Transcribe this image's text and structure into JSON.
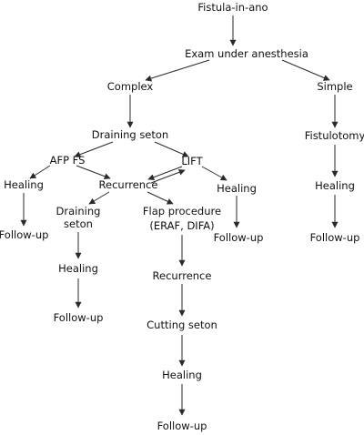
{
  "diagram": {
    "nodes": {
      "fistula": "Fistula-in-ano",
      "exam": "Exam under anesthesia",
      "complex": "Complex",
      "simple": "Simple",
      "draining_seton_1": "Draining seton",
      "fistulotomy": "Fistulotomy",
      "afp_fs": "AFP FS",
      "lift": "LIFT",
      "healing_left": "Healing",
      "recurrence_1": "Recurrence",
      "healing_lift": "Healing",
      "healing_simple": "Healing",
      "followup_left": "Follow-up",
      "draining_seton_2_line1": "Draining",
      "draining_seton_2_line2": "seton",
      "flap_line1": "Flap procedure",
      "flap_line2": "(ERAF, DIFA)",
      "followup_lift": "Follow-up",
      "followup_simple": "Follow-up",
      "healing_seton": "Healing",
      "recurrence_2": "Recurrence",
      "followup_seton": "Follow-up",
      "cutting_seton": "Cutting seton",
      "healing_cutting": "Healing",
      "followup_cutting": "Follow-up"
    }
  }
}
